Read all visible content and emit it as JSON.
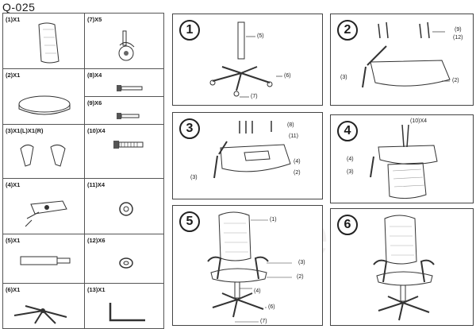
{
  "title": "Q-025",
  "parts": [
    {
      "label": "(1)X1",
      "icon": "backrest-icon"
    },
    {
      "label": "(7)X5",
      "icon": "caster-icon"
    },
    {
      "label": "(2)X1",
      "icon": "seat-cushion-icon"
    },
    {
      "label": "(8)X4",
      "icon": "bolt-icon"
    },
    {
      "label": "(9)X6",
      "icon": "bolt-icon"
    },
    {
      "label": "(3)X1(L)X1(R)",
      "icon": "armrest-icon"
    },
    {
      "label": "(10)X4",
      "icon": "long-bolt-icon"
    },
    {
      "label": "(4)X1",
      "icon": "tilt-mechanism-icon"
    },
    {
      "label": "(11)X4",
      "icon": "washer-icon"
    },
    {
      "label": "(5)X1",
      "icon": "gas-lift-icon"
    },
    {
      "label": "(12)X6",
      "icon": "washer-icon"
    },
    {
      "label": "(6)X1",
      "icon": "base-icon"
    },
    {
      "label": "(13)X1",
      "icon": "hex-key-icon"
    }
  ],
  "steps": [
    {
      "number": "1",
      "callouts": [
        "(5)",
        "(6)",
        "(7)"
      ]
    },
    {
      "number": "2",
      "callouts": [
        "(9)",
        "(12)",
        "(3)",
        "(2)"
      ]
    },
    {
      "number": "3",
      "callouts": [
        "(8)",
        "(11)",
        "(4)",
        "(2)",
        "(3)"
      ]
    },
    {
      "number": "4",
      "callouts": [
        "(10)X4",
        "(4)",
        "(3)"
      ]
    },
    {
      "number": "5",
      "callouts": [
        "(1)",
        "(3)",
        "(2)",
        "(4)",
        "(6)",
        "(7)"
      ]
    },
    {
      "number": "6",
      "callouts": []
    }
  ],
  "watermark": "21vek.by"
}
